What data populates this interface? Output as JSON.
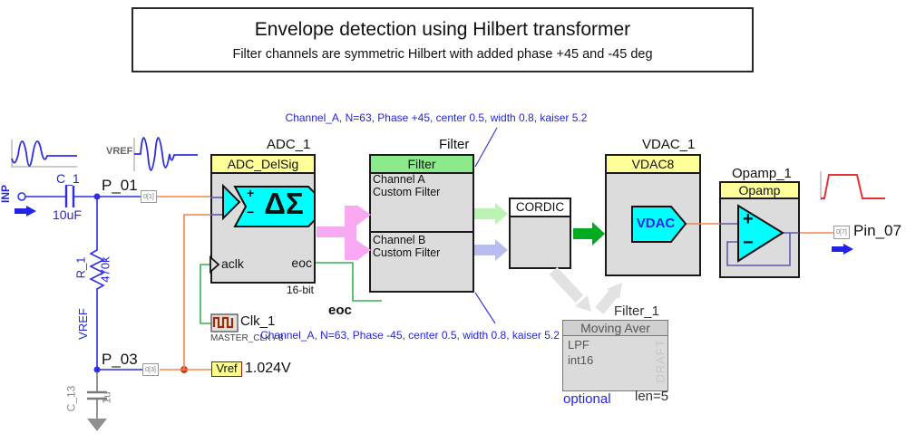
{
  "title_box": {
    "title": "Envelope detection using Hilbert transformer",
    "subtitle": "Filter channels are symmetric Hilbert with added phase +45 and -45 deg"
  },
  "annotations": {
    "top": "Channel_A, N=63, Phase +45, center 0.5, width 0.8, kaiser 5.2",
    "bottom": "Channel_A, N=63, Phase -45, center 0.5, width 0.8, kaiser 5.2"
  },
  "input": {
    "inp": "INP",
    "c1_name": "C_1",
    "c1_value": "10uF",
    "p01": "P_01",
    "p01_pin": "0[1]",
    "r1_name": "R_1",
    "r1_value": "470k",
    "vref_net": "VREF",
    "p03": "P_03",
    "p03_pin": "0[3]",
    "c13_name": "C_13",
    "c13_value": "1u",
    "vref_wave": "VREF"
  },
  "adc": {
    "instance": "ADC_1",
    "type": "ADC_DelSig",
    "sigma": "ΔΣ",
    "plus": "+",
    "minus": "−",
    "aclk": "aclk",
    "eoc": "eoc",
    "resolution": "16-bit"
  },
  "clk": {
    "instance": "Clk_1",
    "source": "MASTER_CLK / 8"
  },
  "nets": {
    "eoc": "eoc"
  },
  "vref": {
    "label": "Vref",
    "value": "1.024V"
  },
  "filter": {
    "instance": "Filter",
    "type": "Filter",
    "ch_a": "Channel A",
    "ch_a_sub": "Custom Filter",
    "ch_b": "Channel B",
    "ch_b_sub": "Custom Filter"
  },
  "cordic": {
    "type": "CORDIC"
  },
  "vdac": {
    "instance": "VDAC_1",
    "type": "VDAC8",
    "glyph": "VDAC"
  },
  "opamp": {
    "instance": "Opamp_1",
    "type": "Opamp",
    "plus": "+",
    "minus": "−"
  },
  "pin07": {
    "label": "Pin_07",
    "pin": "0[7]"
  },
  "filter1": {
    "instance": "Filter_1",
    "type": "Moving Aver",
    "line1": "LPF",
    "line2": "int16",
    "watermark": "DRAFT",
    "note": "optional",
    "len": "len=5"
  },
  "colors": {
    "accent_blue": "#2424DC",
    "wire_blue": "#2E2EE0",
    "wire_orange": "#F0854F",
    "wire_green": "#37B04C",
    "wire_navy": "#5B5BAD",
    "header_yellow": "#FFFF99",
    "header_green": "#8CE98C",
    "block_gray": "#DCDCDC",
    "shape_cyan": "#00FFFF",
    "pink_arrow": "#F9A8F2",
    "solid_green_arrow": "#00AB21",
    "draft_gray": "#C6C6C6",
    "waveform_red": "#E33333"
  }
}
